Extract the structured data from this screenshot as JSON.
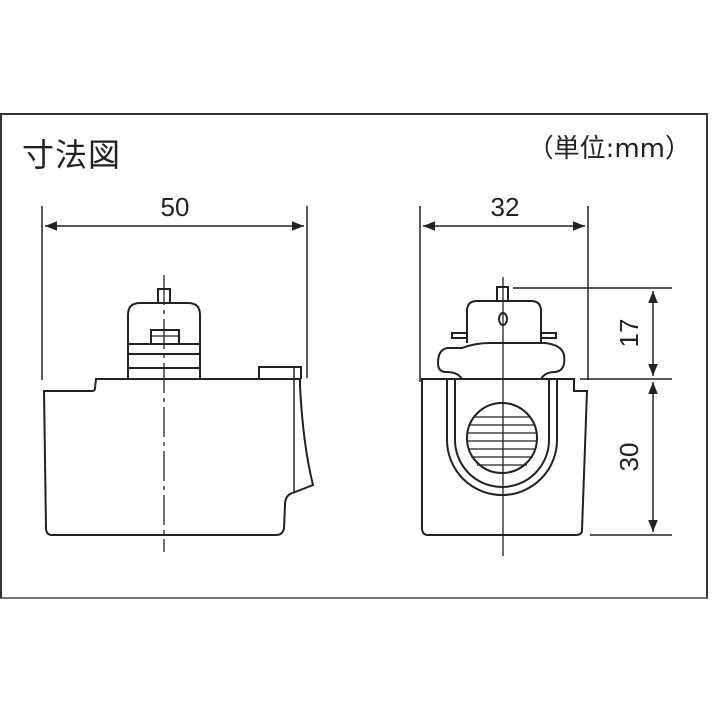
{
  "diagram": {
    "title": "寸法図",
    "unit_label": "（単位:mm）",
    "dimensions": {
      "width_front": "50",
      "width_side": "32",
      "height_top": "17",
      "height_body": "30"
    },
    "views": [
      "front-view",
      "side-view"
    ],
    "line_color": "#222222",
    "background": "#ffffff"
  }
}
